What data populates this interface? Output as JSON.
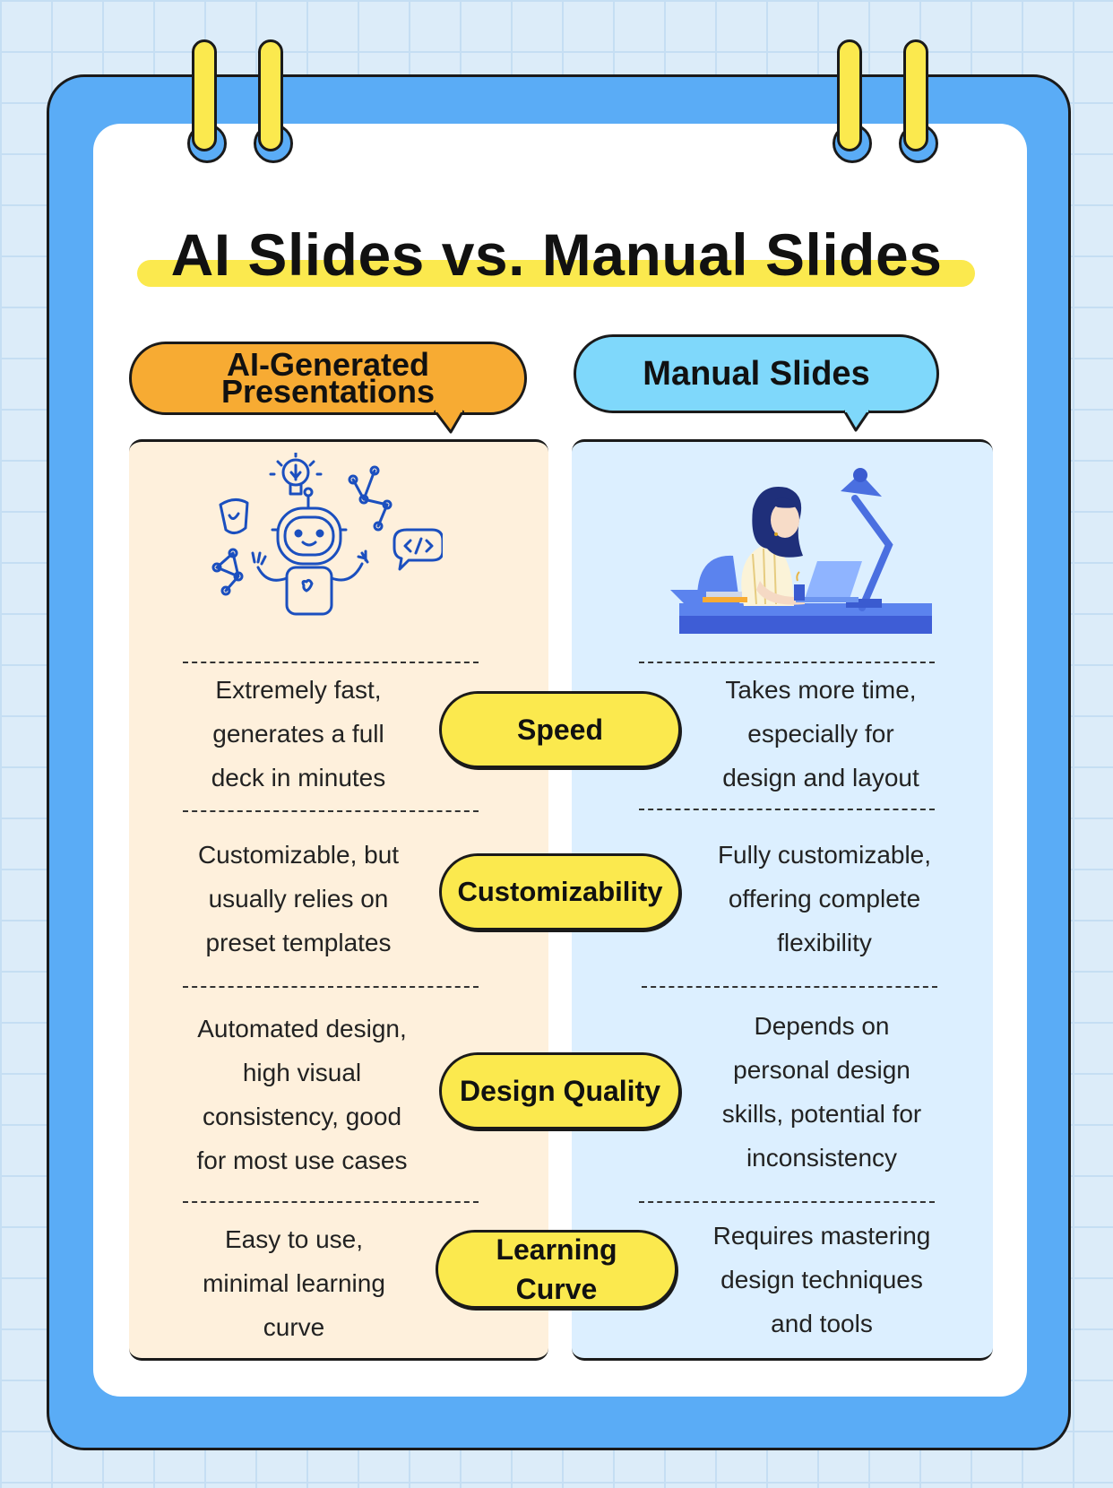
{
  "title": "AI Slides vs. Manual Slides",
  "headers": {
    "ai": "AI-Generated\nPresentations",
    "manual": "Manual Slides"
  },
  "rows": [
    {
      "criterion": "Speed",
      "ai": "Extremely fast,\ngenerates a full\ndeck in minutes",
      "manual": "Takes more time,\nespecially for\ndesign and layout"
    },
    {
      "criterion": "Customizability",
      "ai": "Customizable, but\nusually relies on\npreset templates",
      "manual": "Fully customizable,\noffering complete\nflexibility"
    },
    {
      "criterion": "Design Quality",
      "ai": "Automated design,\nhigh visual\nconsistency, good\nfor most use cases",
      "manual": "Depends on\npersonal design\nskills, potential for\ninconsistency"
    },
    {
      "criterion": "Learning\nCurve",
      "ai": "Easy to use,\nminimal learning\ncurve",
      "manual": "Requires mastering\ndesign techniques\nand tools"
    }
  ],
  "colors": {
    "frame_blue": "#5aacf6",
    "highlight_yellow": "#fbe94e",
    "ai_orange": "#f7ab33",
    "manual_cyan": "#7fd8fb",
    "ai_panel": "#fef0dc",
    "manual_panel": "#dcefff"
  },
  "icons": [
    "robot-doodle-icon",
    "woman-at-desk-illustration"
  ]
}
